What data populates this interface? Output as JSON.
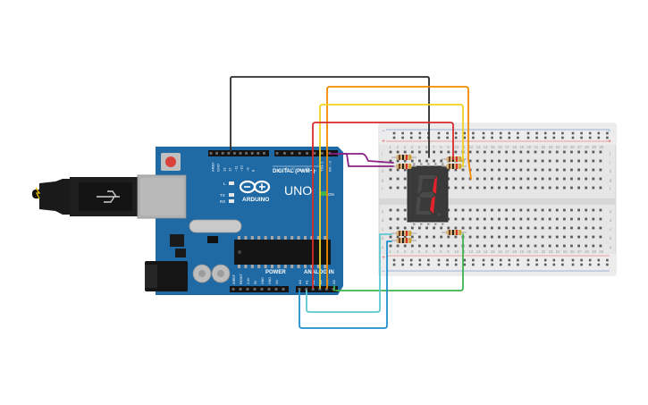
{
  "board": {
    "model": "UNO",
    "brand": "ARDUINO",
    "digital_header": "DIGITAL (PWM~)",
    "power_header": "POWER",
    "analog_header": "ANALOG IN",
    "on_label": "ON",
    "led_l": "L",
    "led_tx": "TX",
    "led_rx": "RX",
    "pins_digital": [
      "AREF",
      "GND",
      "13",
      "12",
      "~11",
      "~10",
      "~9",
      "8",
      "7",
      "~6",
      "~5",
      "4",
      "~3",
      "2",
      "TX→1",
      "RX←0"
    ],
    "pins_analog": [
      "A0",
      "A1",
      "A2",
      "A3",
      "A4",
      "A5"
    ],
    "pins_power": [
      "IOREF",
      "RESET",
      "3.3V",
      "5V",
      "GND",
      "GND",
      "Vin"
    ]
  },
  "breadboard": {
    "row_letters_top": [
      "j",
      "i",
      "h",
      "g",
      "f"
    ],
    "row_letters_bottom": [
      "e",
      "d",
      "c",
      "b",
      "a"
    ],
    "column_count": 30,
    "rail_plus": "+",
    "rail_minus": "−"
  },
  "display": {
    "digit_shown": "1",
    "segment_color": "#e3232b"
  },
  "colors": {
    "board_blue": "#1f6aa5",
    "board_dark": "#154f7f",
    "wire_black": "#2d2d2d",
    "wire_orange": "#f08c00",
    "wire_yellow": "#f2d21b",
    "wire_red": "#d82b2b",
    "wire_purple": "#8b1f85",
    "wire_green": "#3fb34f",
    "wire_teal": "#5bc8d1",
    "wire_blue": "#1b8fd0",
    "breadboard_body": "#e9e9e9",
    "rail_red": "#d9534f",
    "rail_blue": "#4a7fc1"
  }
}
